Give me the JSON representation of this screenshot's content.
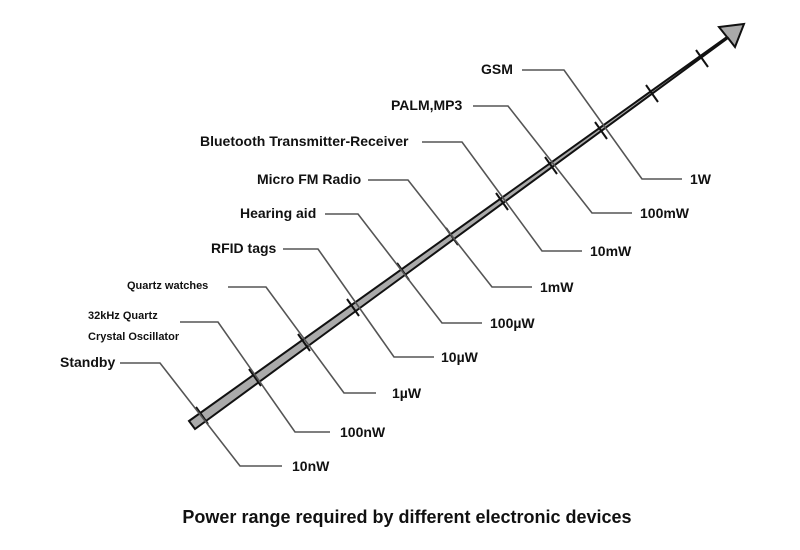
{
  "devices": [
    {
      "label": "Standby"
    },
    {
      "label": "32kHz Quartz",
      "label2": "Crystal Oscillator"
    },
    {
      "label": "Quartz watches"
    },
    {
      "label": "RFID tags"
    },
    {
      "label": "Hearing aid"
    },
    {
      "label": "Micro FM Radio"
    },
    {
      "label": "Bluetooth Transmitter-Receiver"
    },
    {
      "label": "PALM,MP3"
    },
    {
      "label": "GSM"
    }
  ],
  "power_levels": [
    "10nW",
    "100nW",
    "1µW",
    "10µW",
    "100µW",
    "1mW",
    "10mW",
    "100mW",
    "1W"
  ],
  "caption": "Power range required by different electronic devices",
  "colors": {
    "arrow_fill": "#aaaaaa",
    "arrow_stroke": "#111111",
    "leader": "#555555"
  }
}
